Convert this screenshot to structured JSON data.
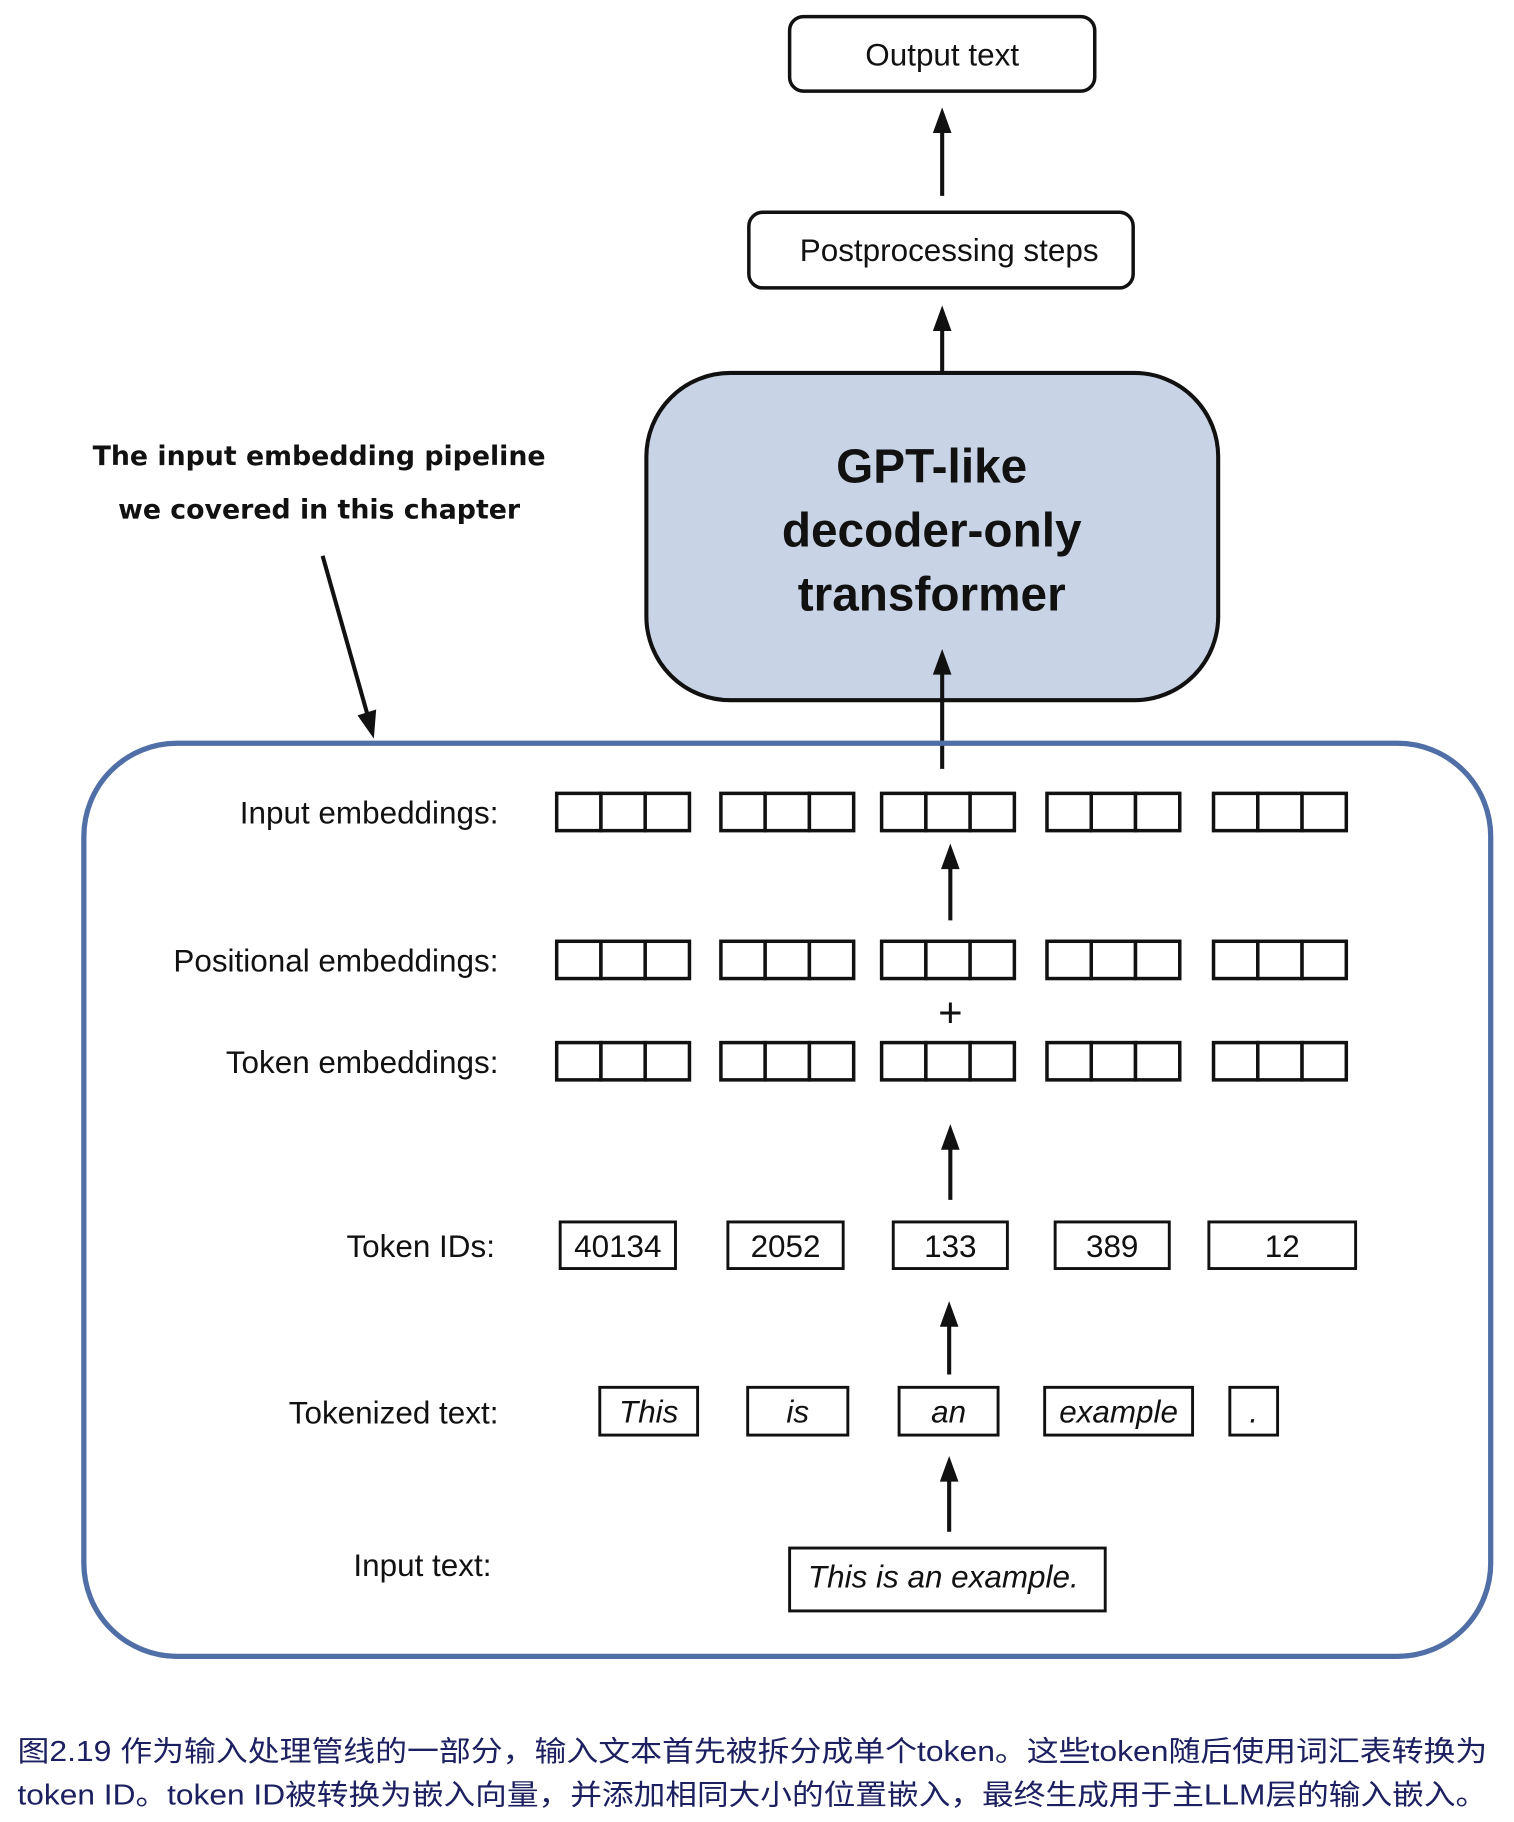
{
  "top": {
    "output_text": "Output text",
    "postprocessing": "Postprocessing steps",
    "model_lines": [
      "GPT-like",
      "decoder-only",
      "transformer"
    ],
    "model_fill": "#c8d3e5"
  },
  "annotation": {
    "lines": [
      "The input embedding pipeline",
      "we covered in this chapter"
    ]
  },
  "pipeline": {
    "border_color": "#4f6fa6",
    "labels": {
      "input_embeddings": "Input embeddings:",
      "positional_embeddings": "Positional embeddings:",
      "token_embeddings": "Token embeddings:",
      "token_ids": "Token IDs:",
      "tokenized_text": "Tokenized text:",
      "input_text": "Input text:"
    },
    "plus": "+",
    "token_ids": [
      "40134",
      "2052",
      "133",
      "389",
      "12"
    ],
    "tokens": [
      "This",
      "is",
      "an",
      "example",
      "."
    ],
    "input_text": "This is an example."
  },
  "caption": {
    "lines": [
      "图2.19 作为输入处理管线的一部分，输入文本首先被拆分成单个token。这些token随后使用词汇表转换为",
      "token ID。token ID被转换为嵌入向量，并添加相同大小的位置嵌入，最终生成用于主LLM层的输入嵌入。"
    ]
  }
}
